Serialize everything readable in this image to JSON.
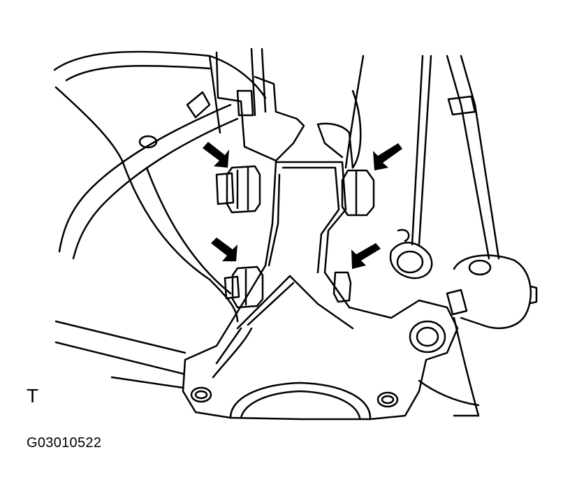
{
  "figure": {
    "view_label": "T",
    "figure_code": "G03010522"
  },
  "annotations": {
    "arrows": [
      {
        "name": "arrow-upper-left-bolt",
        "target": "upper-left-nut"
      },
      {
        "name": "arrow-upper-right-bolt",
        "target": "upper-right-nut"
      },
      {
        "name": "arrow-lower-left-bolt",
        "target": "lower-left-nut"
      },
      {
        "name": "arrow-lower-right-bolt",
        "target": "lower-right-nut"
      }
    ]
  },
  "colors": {
    "line": "#000000",
    "background": "#ffffff"
  }
}
